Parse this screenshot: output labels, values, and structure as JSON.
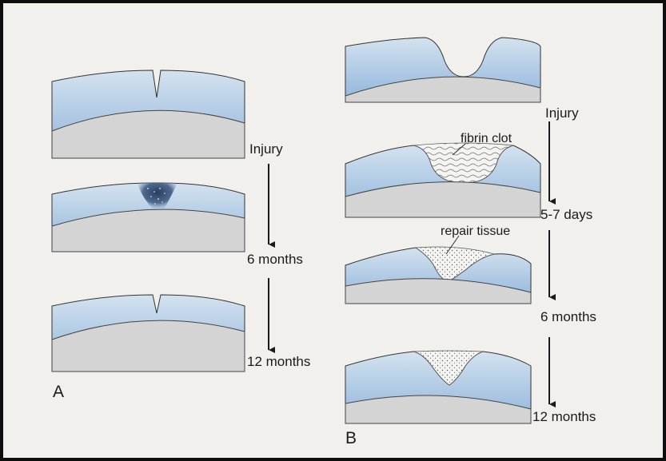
{
  "panel_a": {
    "letter": "A",
    "labels": [
      "Injury",
      "6 months",
      "12 months"
    ]
  },
  "panel_b": {
    "letter": "B",
    "labels": [
      "Injury",
      "5-7 days",
      "6 months",
      "12 months"
    ],
    "annotations": {
      "fibrin_clot": "fibrin clot",
      "repair_tissue": "repair tissue"
    }
  },
  "colors": {
    "paper": "#f1f0ec",
    "border": "#0d0d0d",
    "cartilage_top": "#d4e2ef",
    "cartilage_bottom": "#8fb5dc",
    "bone": "#d4d4d4",
    "defect_dark": "#3f5777",
    "outline": "#333333"
  }
}
